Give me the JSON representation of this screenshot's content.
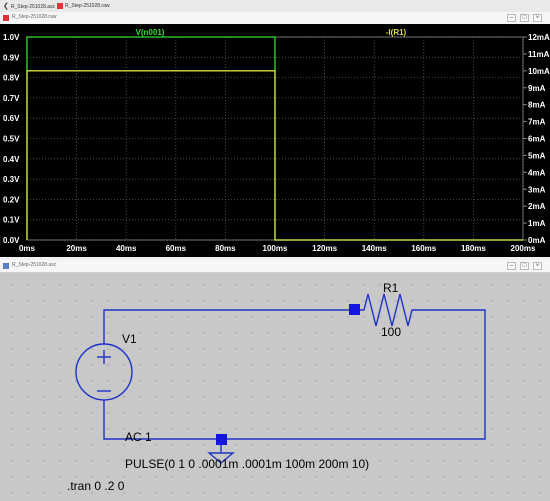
{
  "tabs": [
    {
      "label": "R_Step-251028.asc"
    },
    {
      "label": "R_Step-251028.raw"
    }
  ],
  "waveform_window": {
    "title": "R_Step-251028.raw"
  },
  "schematic_window": {
    "title": "R_Step-251028.asc"
  },
  "colors": {
    "voltage_trace": "#33dd33",
    "current_trace": "#dddd44",
    "wire": "#1e32c8",
    "node": "#1515e0",
    "grid": "#585858"
  },
  "chart_data": {
    "type": "line",
    "x_ticks": [
      "0ms",
      "20ms",
      "40ms",
      "60ms",
      "80ms",
      "100ms",
      "120ms",
      "140ms",
      "160ms",
      "180ms",
      "200ms"
    ],
    "y_left_ticks": [
      "0.0V",
      "0.1V",
      "0.2V",
      "0.3V",
      "0.4V",
      "0.5V",
      "0.6V",
      "0.7V",
      "0.8V",
      "0.9V",
      "1.0V"
    ],
    "y_right_ticks": [
      "0mA",
      "1mA",
      "2mA",
      "3mA",
      "4mA",
      "5mA",
      "6mA",
      "7mA",
      "8mA",
      "9mA",
      "10mA",
      "11mA",
      "12mA"
    ],
    "xlim_ms": [
      0,
      200
    ],
    "ylim_left_V": [
      0,
      1.0
    ],
    "ylim_right_mA": [
      0,
      12
    ],
    "grid": true,
    "series": [
      {
        "name": "V(n001)",
        "axis": "left",
        "x": [
          0,
          0.0001,
          100,
          100.0001,
          200
        ],
        "y": [
          0,
          1,
          1,
          0,
          0
        ]
      },
      {
        "name": "-I(R1)",
        "axis": "right",
        "x": [
          0,
          0.0001,
          100,
          100.0001,
          200
        ],
        "y": [
          0,
          10,
          10,
          0,
          0
        ]
      }
    ]
  },
  "schematic": {
    "v1_label": "V1",
    "r1_label": "R1",
    "r1_value": "100",
    "ac_label": "AC 1",
    "pulse_label": "PULSE(0 1 0 .0001m .0001m 100m 200m 10)",
    "tran_label": ".tran 0 .2 0"
  }
}
